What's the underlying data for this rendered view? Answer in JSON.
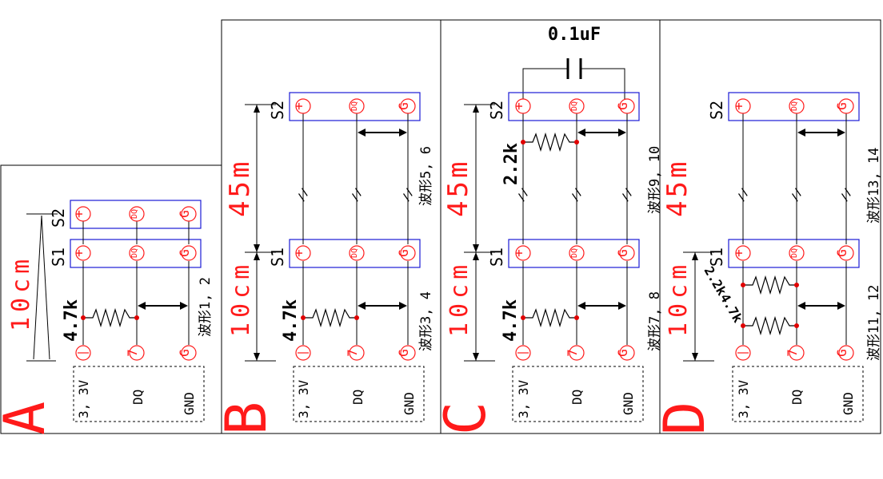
{
  "panels": [
    {
      "letter": "A",
      "length": "10cm",
      "value": "4.7k",
      "wave": "波形1, 2"
    },
    {
      "letter": "B",
      "length_short": "10cm",
      "length_long": "45m",
      "value": "4.7k",
      "wave_low": "波形3, 4",
      "wave_high": "波形5, 6"
    },
    {
      "letter": "C",
      "length_short": "10cm",
      "length_long": "45m",
      "value_low": "4.7k",
      "value_high": "2.2k",
      "cap": "0.1uF",
      "wave_low": "波形7, 8",
      "wave_high": "波形9, 10"
    },
    {
      "letter": "D",
      "length_short": "10cm",
      "length_long": "45m",
      "value": "4.7k",
      "value_parallel": "2.2k",
      "wave_low": "波形11, 12",
      "wave_high": "波形13, 14"
    }
  ],
  "header_labels": {
    "s1": "S1",
    "s2": "S2"
  },
  "pins": {
    "plus": "+",
    "dq": "DQ",
    "gnd": "G"
  },
  "connector": {
    "v33": "3, 3V",
    "dq": "DQ",
    "gnd": "GND"
  },
  "cut_mark": "//",
  "colors": {
    "accent_red": "#ff1a1a",
    "header_blue": "#1a1ad6"
  }
}
